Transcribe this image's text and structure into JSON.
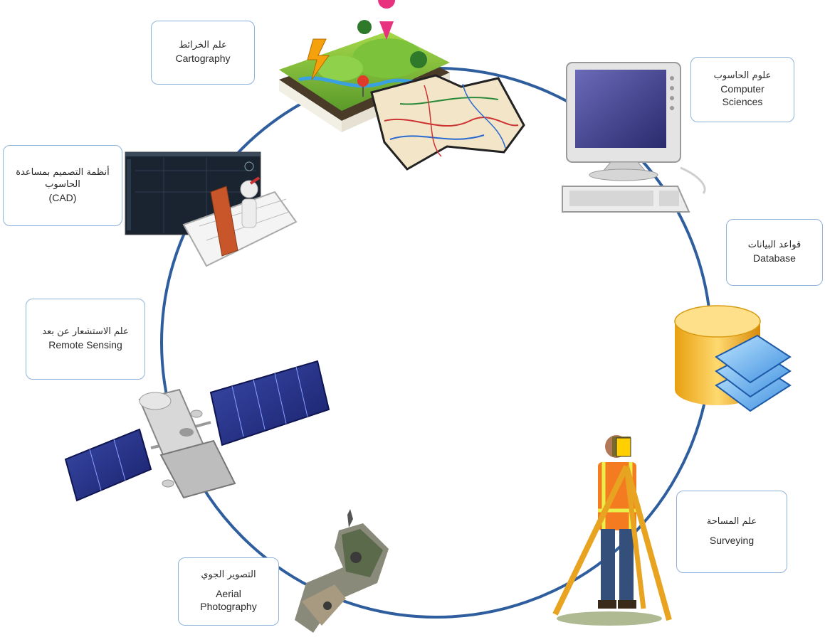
{
  "diagram": {
    "colors": {
      "ring": "#2f5e9e",
      "box_border": "#8fb2da"
    },
    "nodes": [
      {
        "id": "cartography",
        "label_ar": "علم الخرائط",
        "label_en": "Cartography",
        "icon": "3d-map-icon"
      },
      {
        "id": "computer-sciences",
        "label_ar": "علوم الحاسوب",
        "label_en": "Computer Sciences",
        "icon": "desktop-computer-icon"
      },
      {
        "id": "database",
        "label_ar": "قواعد البيانات",
        "label_en": "Database",
        "icon": "database-cylinder-icon"
      },
      {
        "id": "surveying",
        "label_ar": "علم المساحة",
        "label_en": "Surveying",
        "icon": "surveyor-total-station-icon"
      },
      {
        "id": "aerial-photography",
        "label_ar": "التصوير الجوي",
        "label_en": "Aerial Photography",
        "icon": "aerial-mosaic-icon"
      },
      {
        "id": "remote-sensing",
        "label_ar": "علم الاستشعار عن بعد",
        "label_en": "Remote Sensing",
        "icon": "satellite-icon"
      },
      {
        "id": "cad",
        "label_ar": "أنظمة التصميم بمساعدة الحاسوب",
        "label_en": "(CAD)",
        "icon": "cad-drafting-icon"
      }
    ]
  }
}
